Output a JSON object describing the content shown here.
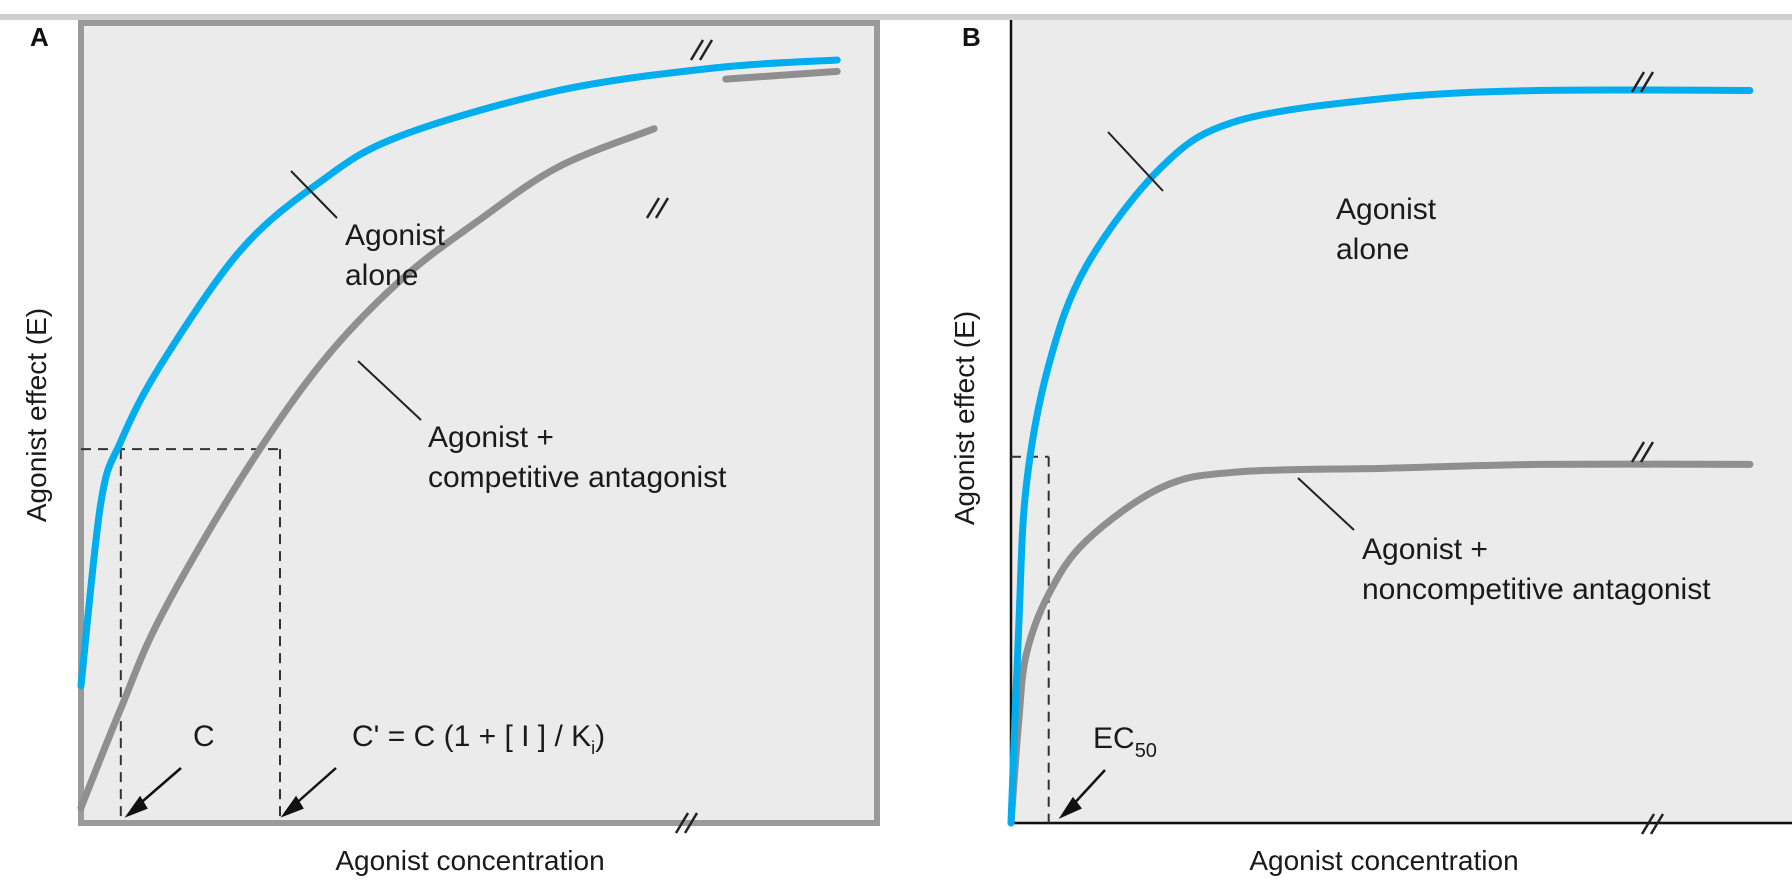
{
  "chart_data": [
    {
      "type": "line",
      "panel_label": "A",
      "xlabel": "Agonist concentration",
      "ylabel": "Agonist effect (E)",
      "grid": false,
      "colors": {
        "agonist_alone": "#00aeef",
        "with_antagonist": "#8f8f8f",
        "background": "#ebebeb"
      },
      "series": [
        {
          "key": "agonist_alone",
          "label_lines": [
            "Agonist",
            "alone"
          ],
          "x": [
            0,
            0.025,
            0.05,
            0.1,
            0.2,
            0.3,
            0.4,
            0.6,
            0.8,
            0.95
          ],
          "y": [
            0.18,
            0.42,
            0.5,
            0.6,
            0.75,
            0.84,
            0.9,
            0.96,
            0.99,
            1.0
          ]
        },
        {
          "key": "with_antagonist",
          "label_lines": [
            "Agonist +",
            "competitive antagonist"
          ],
          "x": [
            0,
            0.05,
            0.1,
            0.2,
            0.3,
            0.4,
            0.5,
            0.6,
            0.72
          ],
          "y": [
            0.02,
            0.15,
            0.27,
            0.45,
            0.6,
            0.71,
            0.79,
            0.86,
            0.91
          ]
        },
        {
          "key": "with_antagonist_tail",
          "x": [
            0.81,
            0.95
          ],
          "y": [
            0.975,
            0.985
          ]
        }
      ],
      "annotations": [
        {
          "key": "c",
          "text": "C",
          "x": 0.05
        },
        {
          "key": "c_prime",
          "text_main": "C' = C (1 + [ I ] / K",
          "text_sub": "i",
          "text_end": ")",
          "x": 0.25
        }
      ],
      "reference_y": 0.49
    },
    {
      "type": "line",
      "panel_label": "B",
      "xlabel": "Agonist concentration",
      "ylabel": "Agonist effect (E)",
      "grid": false,
      "colors": {
        "agonist_alone": "#00aeef",
        "with_antagonist": "#8f8f8f",
        "background": "#ebebeb"
      },
      "series": [
        {
          "key": "agonist_alone",
          "label_lines": [
            "Agonist",
            "alone"
          ],
          "x": [
            0,
            0.01,
            0.02,
            0.05,
            0.1,
            0.2,
            0.3,
            0.5,
            0.7,
            0.98
          ],
          "y": [
            0.0,
            0.25,
            0.44,
            0.6,
            0.73,
            0.86,
            0.92,
            0.95,
            0.96,
            0.96
          ]
        },
        {
          "key": "with_antagonist",
          "label_lines": [
            "Agonist +",
            "noncompetitive antagonist"
          ],
          "x": [
            0,
            0.01,
            0.02,
            0.05,
            0.1,
            0.2,
            0.3,
            0.5,
            0.7,
            0.98
          ],
          "y": [
            0.0,
            0.13,
            0.22,
            0.3,
            0.37,
            0.44,
            0.46,
            0.465,
            0.47,
            0.47
          ]
        }
      ],
      "annotations": [
        {
          "key": "ec50",
          "text_main": "EC",
          "text_sub": "50",
          "x": 0.05
        }
      ],
      "reference_y": 0.48
    }
  ]
}
